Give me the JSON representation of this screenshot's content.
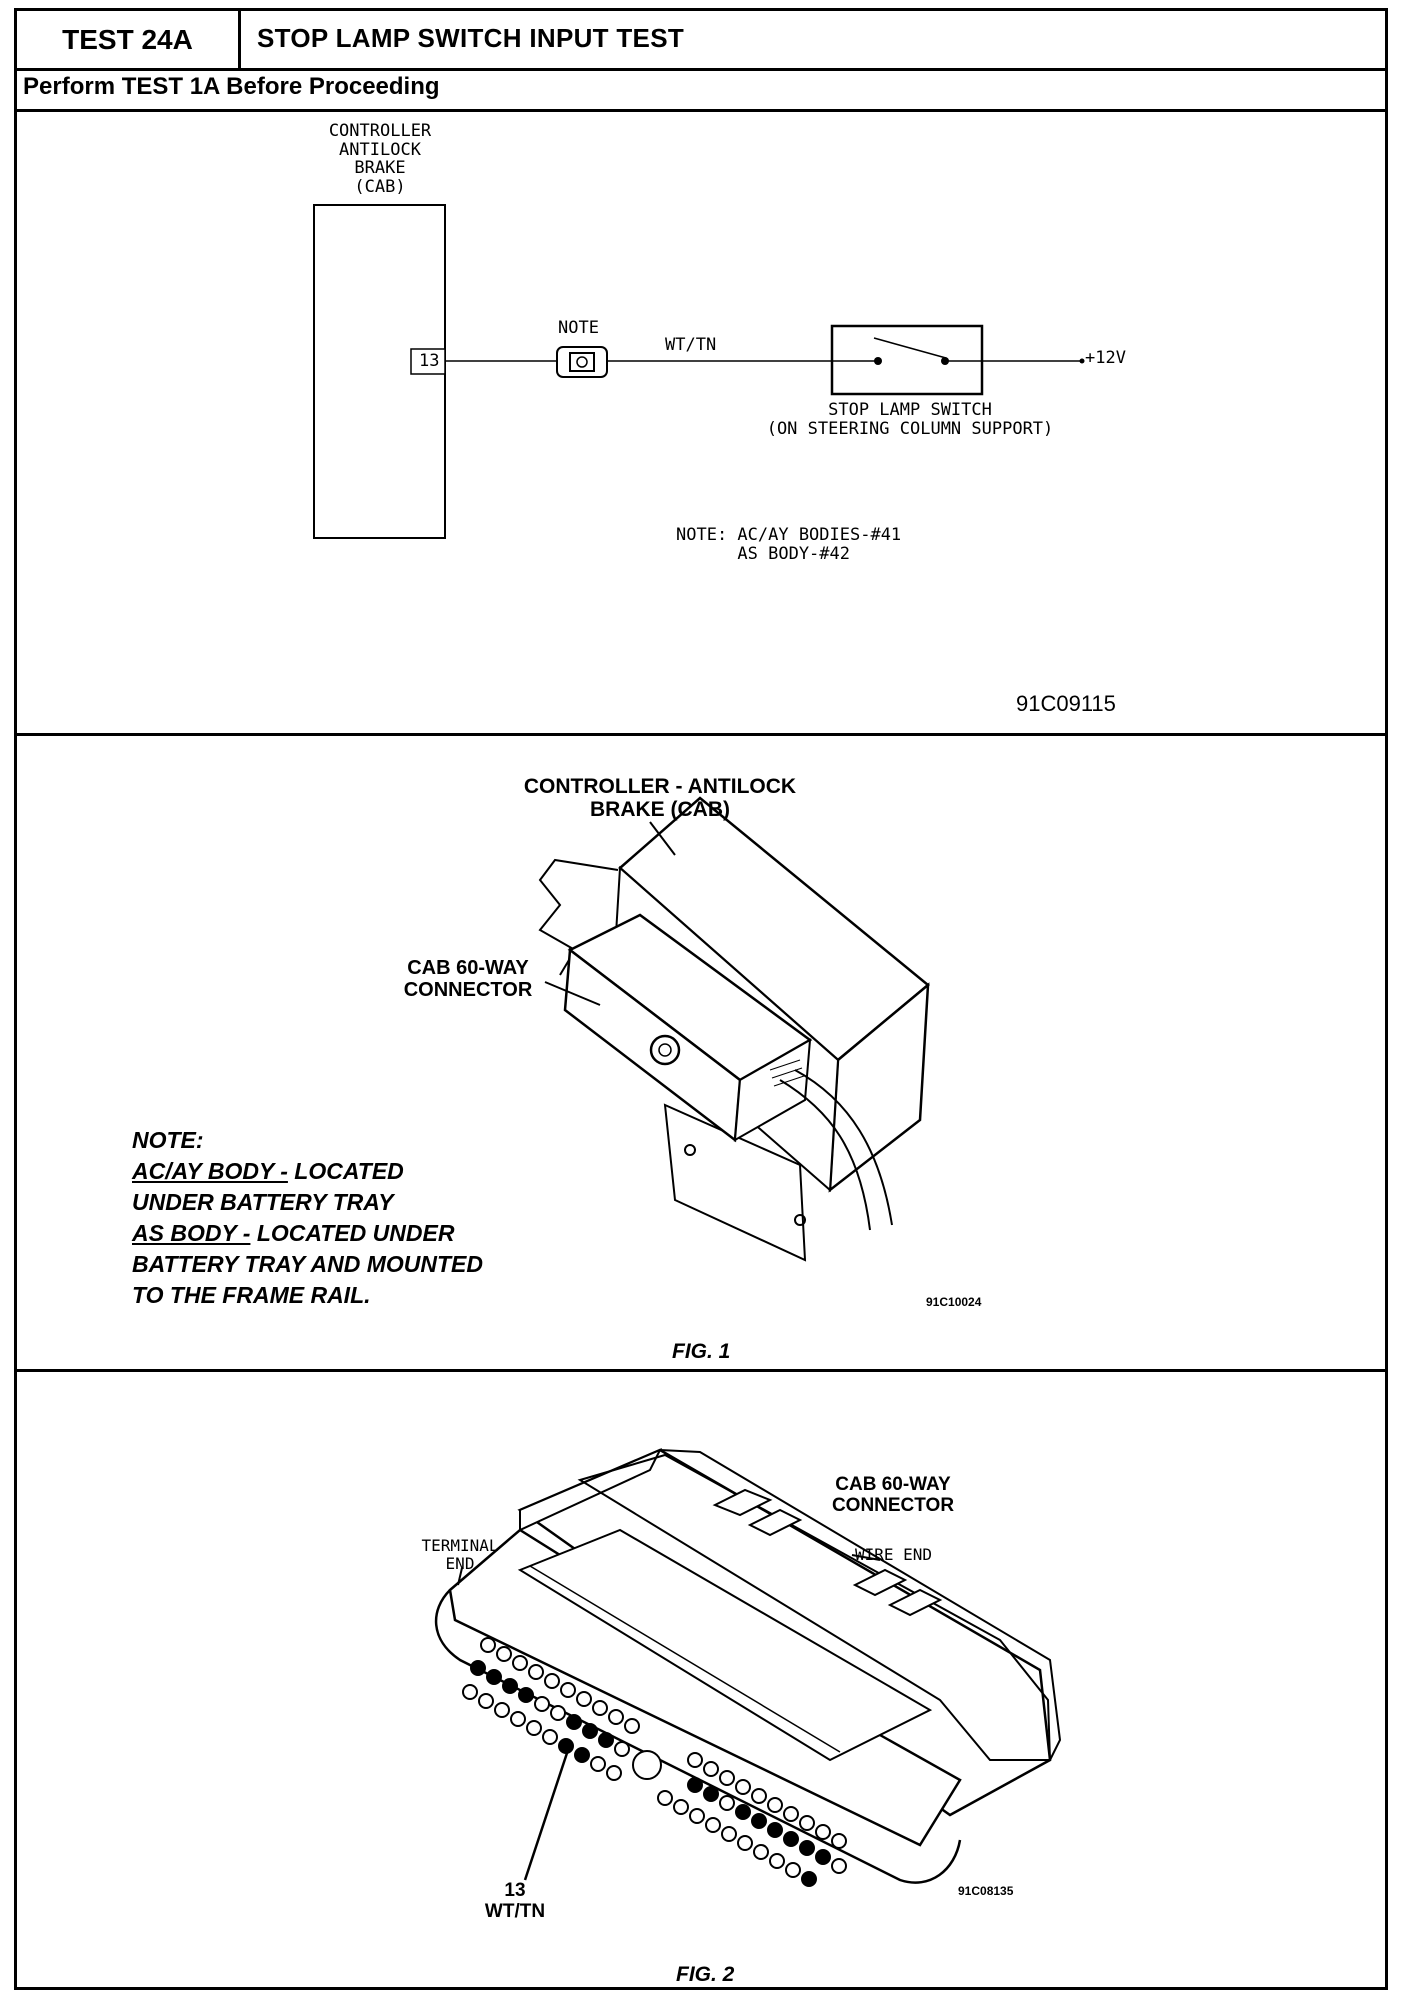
{
  "header": {
    "test_id": "TEST 24A",
    "title": "STOP LAMP SWITCH INPUT TEST",
    "perform": "Perform TEST 1A Before Proceeding"
  },
  "schematic": {
    "controller_label": "CONTROLLER\nANTILOCK\nBRAKE\n(CAB)",
    "pin": "13",
    "note_tag": "NOTE",
    "wire": "WT/TN",
    "voltage": "+12V",
    "switch_label": "STOP LAMP SWITCH\n(ON STEERING COLUMN SUPPORT)",
    "note_text": "NOTE: AC/AY BODIES-#41\n      AS BODY-#42",
    "fig_code": "91C09115"
  },
  "fig1": {
    "controller_label": "CONTROLLER - ANTILOCK\nBRAKE (CAB)",
    "connector_label": "CAB 60-WAY\nCONNECTOR",
    "note_title": "NOTE:",
    "note_acay": "AC/AY BODY -",
    "note_acay_rest": " LOCATED",
    "note_line2": "UNDER BATTERY TRAY",
    "note_as": "AS BODY -",
    "note_as_rest": " LOCATED UNDER",
    "note_line4": "BATTERY TRAY AND MOUNTED",
    "note_line5": "TO THE FRAME RAIL.",
    "code": "91C10024",
    "caption": "FIG. 1"
  },
  "fig2": {
    "connector_label": "CAB 60-WAY\nCONNECTOR",
    "terminal_end": "TERMINAL\nEND",
    "wire_end": "WIRE END",
    "pin_label": "13\nWT/TN",
    "code": "91C08135",
    "caption": "FIG. 2"
  }
}
